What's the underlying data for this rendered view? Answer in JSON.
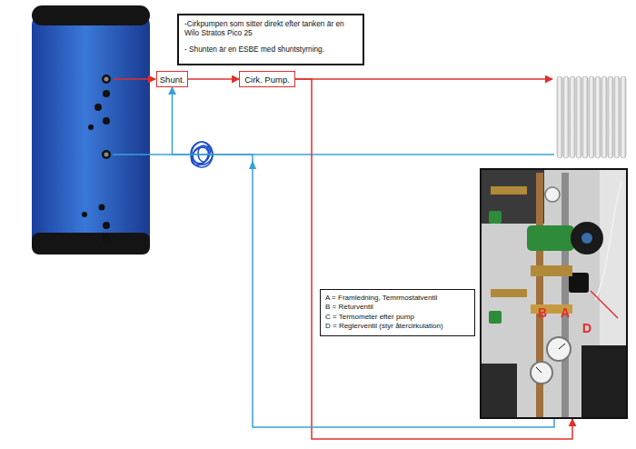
{
  "diagram": {
    "nodes": [
      {
        "text": [
          "-Cirkpumpen som sitter direkt efter tanken är en Wilo Stratos Pico 25",
          "- Shunten är en ESBE med shuntstyrning."
        ]
      },
      {
        "text": [
          "Shunt."
        ]
      },
      {
        "text": [
          "Cirk. Pump."
        ]
      },
      {
        "text": [
          "B",
          "A",
          "D"
        ]
      },
      {
        "text": [
          "A = Framledning, Temrmostatventil",
          "B = Returventil",
          "C = Termometer efter pump",
          "D = Reglerventil (styr återcirkulation)"
        ]
      }
    ],
    "edges": [
      {
        "from": 1,
        "to": 2,
        "arrow": "to"
      },
      {
        "from": 2,
        "to": 3,
        "arrow": "to"
      },
      {
        "from": 3,
        "to": 1,
        "arrow": "to"
      }
    ]
  }
}
